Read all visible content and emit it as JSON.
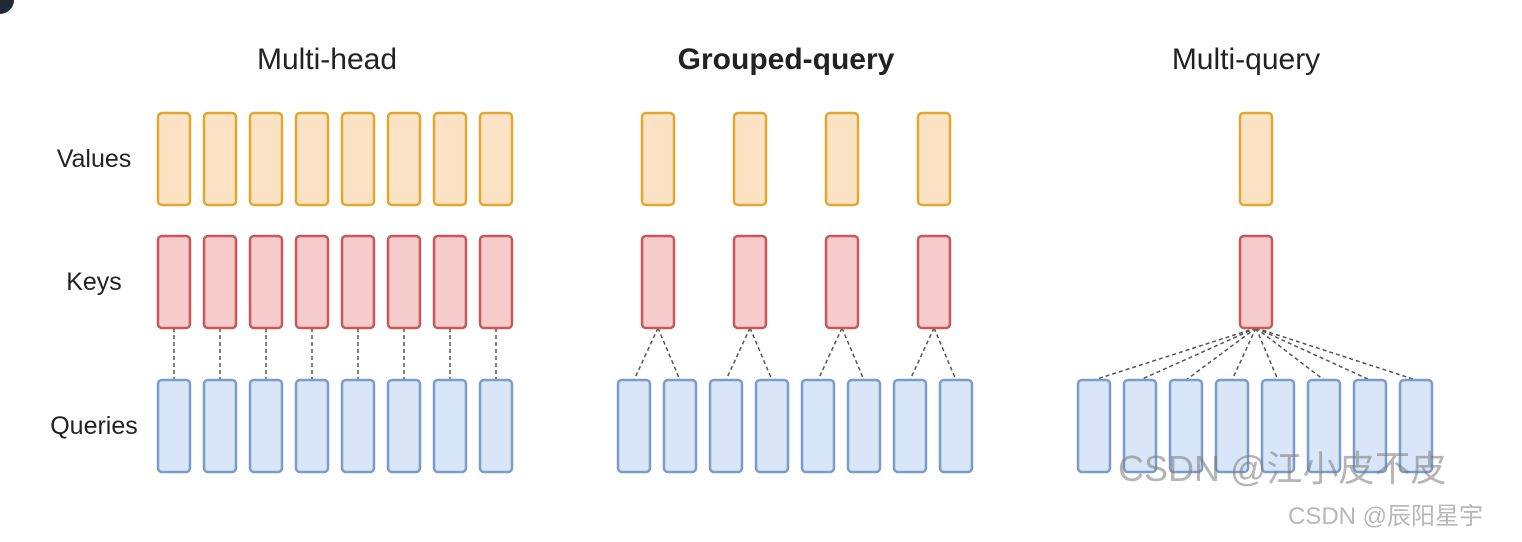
{
  "titles": {
    "multi_head": "Multi-head",
    "grouped_query": "Grouped-query",
    "multi_query": "Multi-query"
  },
  "row_labels": {
    "values": "Values",
    "keys": "Keys",
    "queries": "Queries"
  },
  "colors": {
    "value_fill": "#fde3c5",
    "value_stroke": "#e0a82e",
    "key_fill": "#f6cbcb",
    "key_stroke": "#c9585a",
    "query_fill": "#d8e6f8",
    "query_stroke": "#7b9dcc",
    "dash": "#555555"
  },
  "watermarks": {
    "overlay": "CSDN @江小皮不皮",
    "corner": "CSDN @辰阳星宇"
  }
}
